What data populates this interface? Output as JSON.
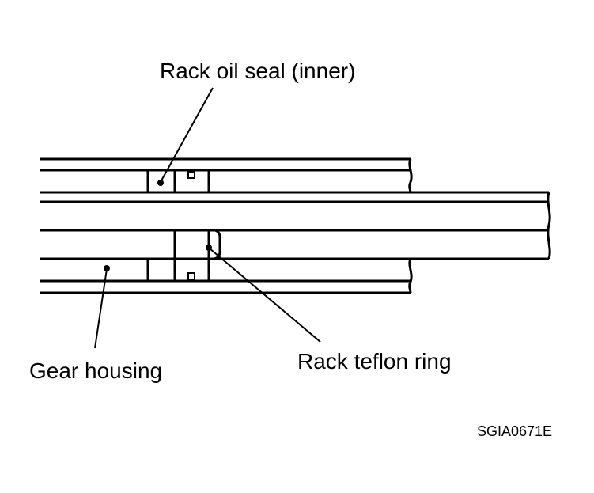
{
  "labels": {
    "rack_oil_seal": "Rack oil seal (inner)",
    "gear_housing": "Gear housing",
    "rack_teflon_ring": "Rack teflon ring"
  },
  "figure_code": "SGIA0671E"
}
